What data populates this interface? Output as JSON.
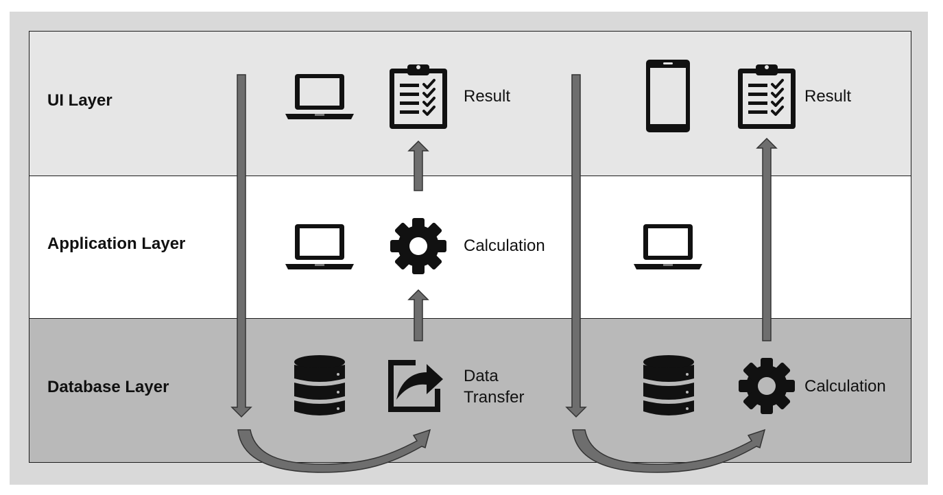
{
  "layers": {
    "ui": "UI Layer",
    "application": "Application Layer",
    "database": "Database Layer"
  },
  "left_scenario": {
    "ui_caption": "Result",
    "app_caption": "Calculation",
    "db_caption_line1": "Data",
    "db_caption_line2": "Transfer",
    "icons": {
      "ui": [
        "laptop-icon",
        "clipboard-checklist-icon"
      ],
      "application": [
        "laptop-icon",
        "gear-icon"
      ],
      "database": [
        "database-icon",
        "share-export-icon"
      ]
    }
  },
  "right_scenario": {
    "ui_caption": "Result",
    "db_caption": "Calculation",
    "icons": {
      "ui": [
        "smartphone-icon",
        "clipboard-checklist-icon"
      ],
      "application": [
        "laptop-icon"
      ],
      "database": [
        "database-icon",
        "gear-icon"
      ]
    }
  },
  "colors": {
    "frame": "#d9d9d9",
    "ui_band": "#e6e6e6",
    "app_band": "#ffffff",
    "db_band": "#b9b9b9",
    "arrow_fill": "#6e6e6e",
    "icon": "#111111"
  }
}
